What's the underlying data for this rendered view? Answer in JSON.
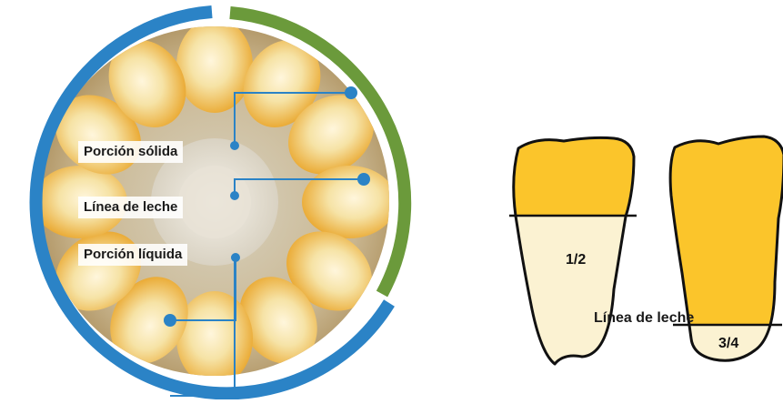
{
  "labels": {
    "solid": "Porción sólida",
    "milk_line": "Línea de leche",
    "liquid": "Porción líquida"
  },
  "kernels": [
    {
      "fraction_label": "1/2",
      "milk_line_position": 0.5
    },
    {
      "fraction_label": "3/4",
      "milk_line_position": 0.75
    }
  ],
  "caption": "Línea de leche",
  "colors": {
    "ring_blue": "#2b83c6",
    "ring_green": "#6b9a3b",
    "marker_blue": "#2b83c6",
    "kernel_yellow": "#fbc52b",
    "kernel_cream": "#fbf2d2",
    "outline": "#111111"
  }
}
